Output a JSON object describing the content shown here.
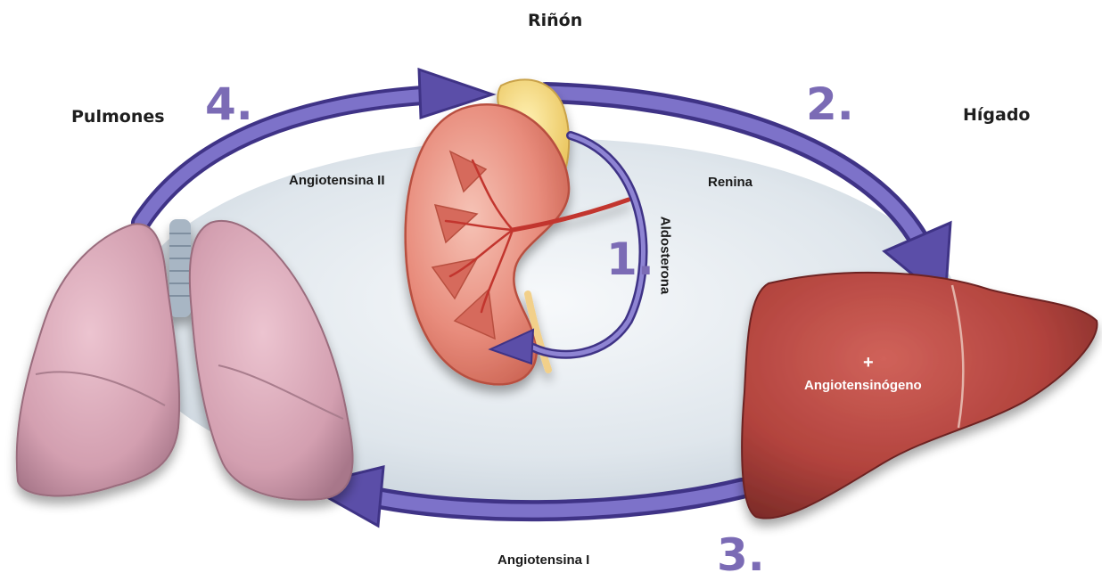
{
  "labels": {
    "kidney": "Riñón",
    "lungs": "Pulmones",
    "liver": "Hígado",
    "angiotensin_ii": "Angiotensina II",
    "renin": "Renina",
    "aldosterone": "Aldosterona",
    "angiotensin_i": "Angiotensina I",
    "plus": "+",
    "angiotensinogen": "Angiotensinógeno"
  },
  "steps": {
    "step1": "1.",
    "step2": "2.",
    "step3": "3.",
    "step4": "4."
  },
  "colors": {
    "arrow": "#5b4ea8",
    "step_number": "#7b6bb5",
    "lung": "#d7a3b4",
    "liver": "#b8453f",
    "kidney": "#e07a6e",
    "adrenal": "#f3d77a"
  }
}
